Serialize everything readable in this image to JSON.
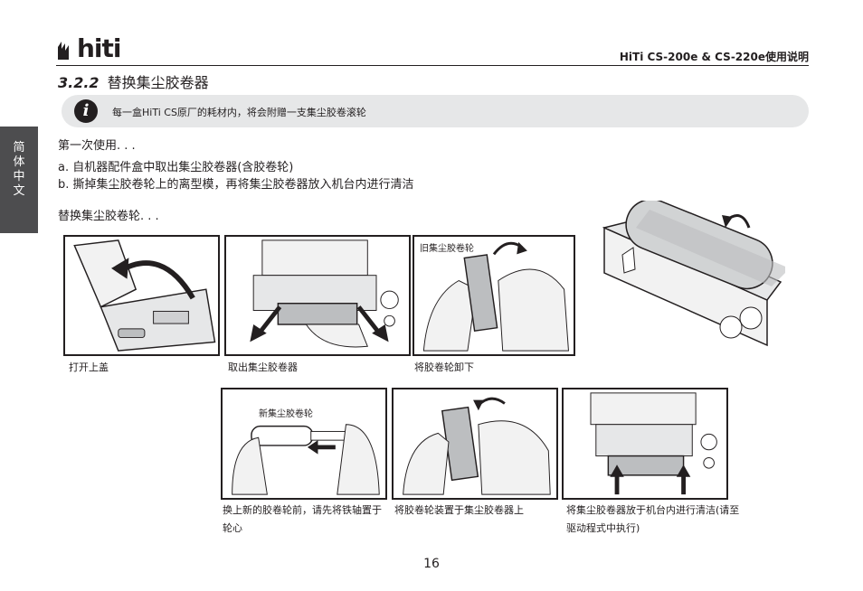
{
  "header": {
    "logo_text": "hiti",
    "manual_title": "HiTi CS-200e & CS-220e使用说明"
  },
  "section": {
    "number": "3.2.2",
    "title": "替换集尘胶卷器"
  },
  "note": {
    "icon": "info-icon",
    "icon_glyph": "i",
    "text": "每一盒HiTi CS原厂的耗材内，将会附赠一支集尘胶卷滚轮"
  },
  "side_tab": {
    "label": "简\n体\n中\n文"
  },
  "first_use": {
    "heading": "第一次使用. . .",
    "step_a": "a. 自机器配件盒中取出集尘胶卷器(含胶卷轮)",
    "step_b": "b. 撕掉集尘胶卷轮上的离型模，再将集尘胶卷器放入机台内进行清洁"
  },
  "replace": {
    "heading": "替换集尘胶卷轮. . ."
  },
  "figures": [
    {
      "caption": "打开上盖",
      "label": ""
    },
    {
      "caption": "取出集尘胶卷器",
      "label": ""
    },
    {
      "caption": "将胶卷轮卸下",
      "label": "旧集尘胶卷轮"
    },
    {
      "caption": "",
      "label": ""
    },
    {
      "caption": "换上新的胶卷轮前，请先将铁轴置于轮心",
      "label": "新集尘胶卷轮"
    },
    {
      "caption": "将胶卷轮装置于集尘胶卷器上",
      "label": ""
    },
    {
      "caption": "将集尘胶卷器放于机台内进行清洁(请至驱动程式中执行)",
      "label": ""
    }
  ],
  "page_number": "16"
}
